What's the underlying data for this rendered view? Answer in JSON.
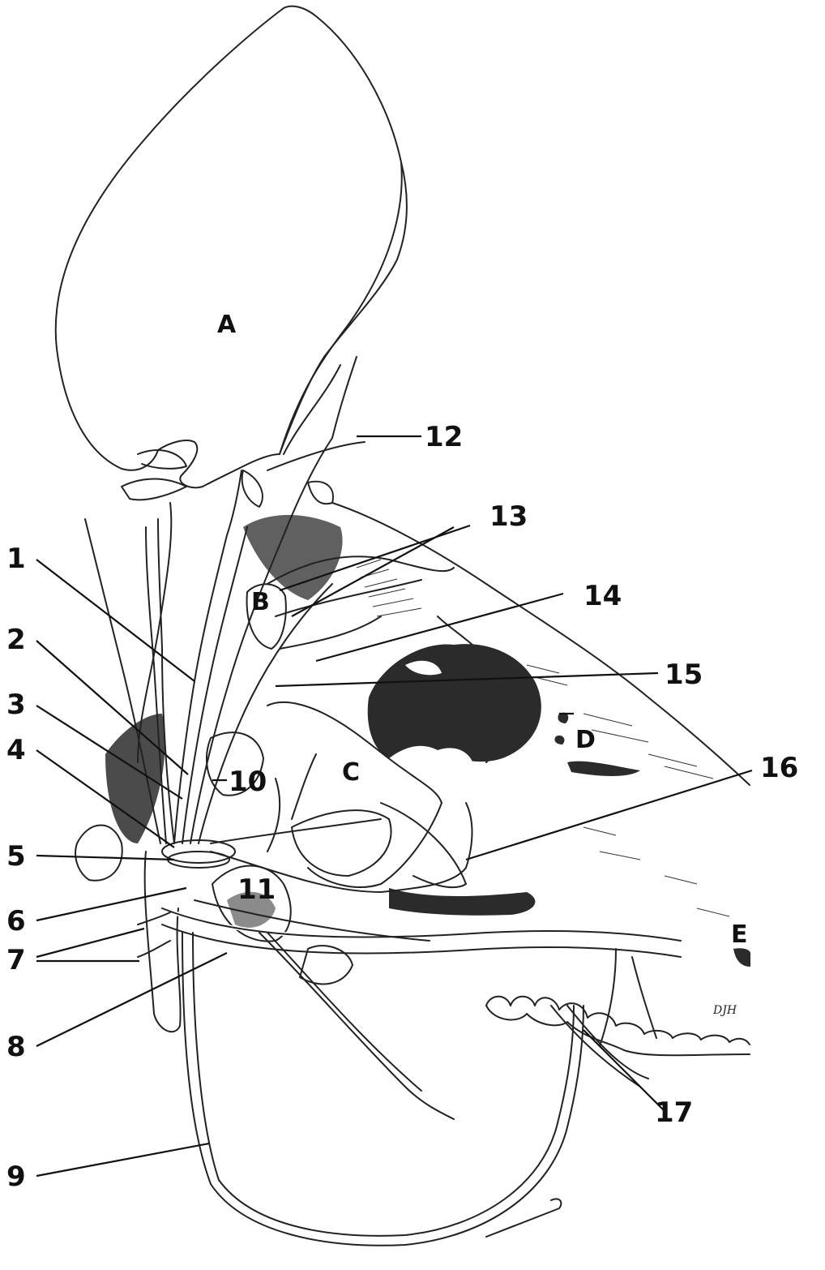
{
  "figure": {
    "region_labels": [
      "A",
      "B",
      "C",
      "D",
      "E"
    ],
    "numbered_labels": [
      "1",
      "2",
      "3",
      "4",
      "5",
      "6",
      "7",
      "8",
      "9",
      "10",
      "11",
      "12",
      "13",
      "14",
      "15",
      "16",
      "17"
    ],
    "signature": "DJH"
  }
}
